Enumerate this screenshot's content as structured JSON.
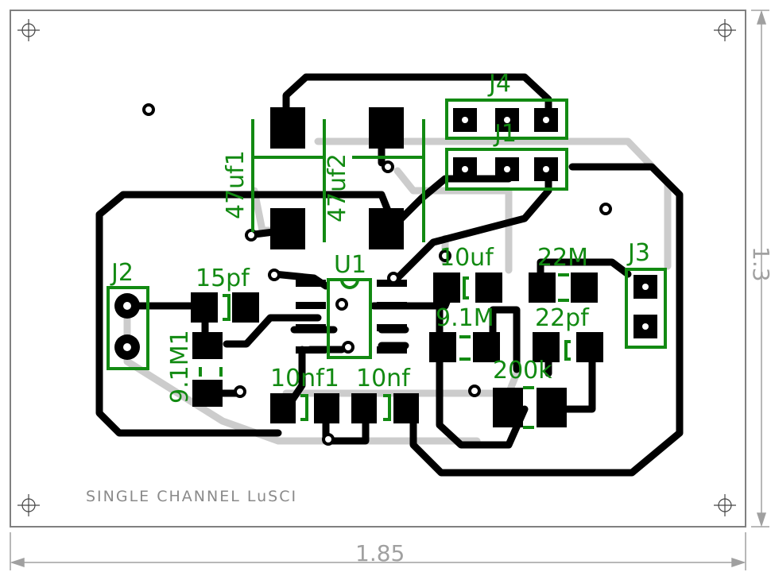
{
  "colors": {
    "board_outline": "#808080",
    "top_trace": "#000000",
    "bottom_trace": "#cccccc",
    "silkscreen": "#128a12",
    "dimension": "#a0a0a0",
    "pad_hole": "#ffffff"
  },
  "board": {
    "title_text": "SINGLE CHANNEL LuSCI",
    "width_dimension": "1.85",
    "height_dimension": "1.3"
  },
  "components": {
    "j1": "J1",
    "j2": "J2",
    "j3": "J3",
    "j4": "J4",
    "u1": "U1",
    "c_47uf1": "47uf1",
    "c_47uf2": "47uf2",
    "c_15pf": "15pf",
    "c_10uf": "10uf",
    "r_22m": "22M",
    "r_9_1m": "9.1M",
    "r_9_1m1": "9.1M1",
    "c_22pf": "22pf",
    "r_200k": "200k",
    "c_10nf1": "10nf1",
    "c_10nf": "10nf"
  },
  "icons": {
    "fiducials": "crosshair-icon",
    "pads": "pad-icon"
  }
}
